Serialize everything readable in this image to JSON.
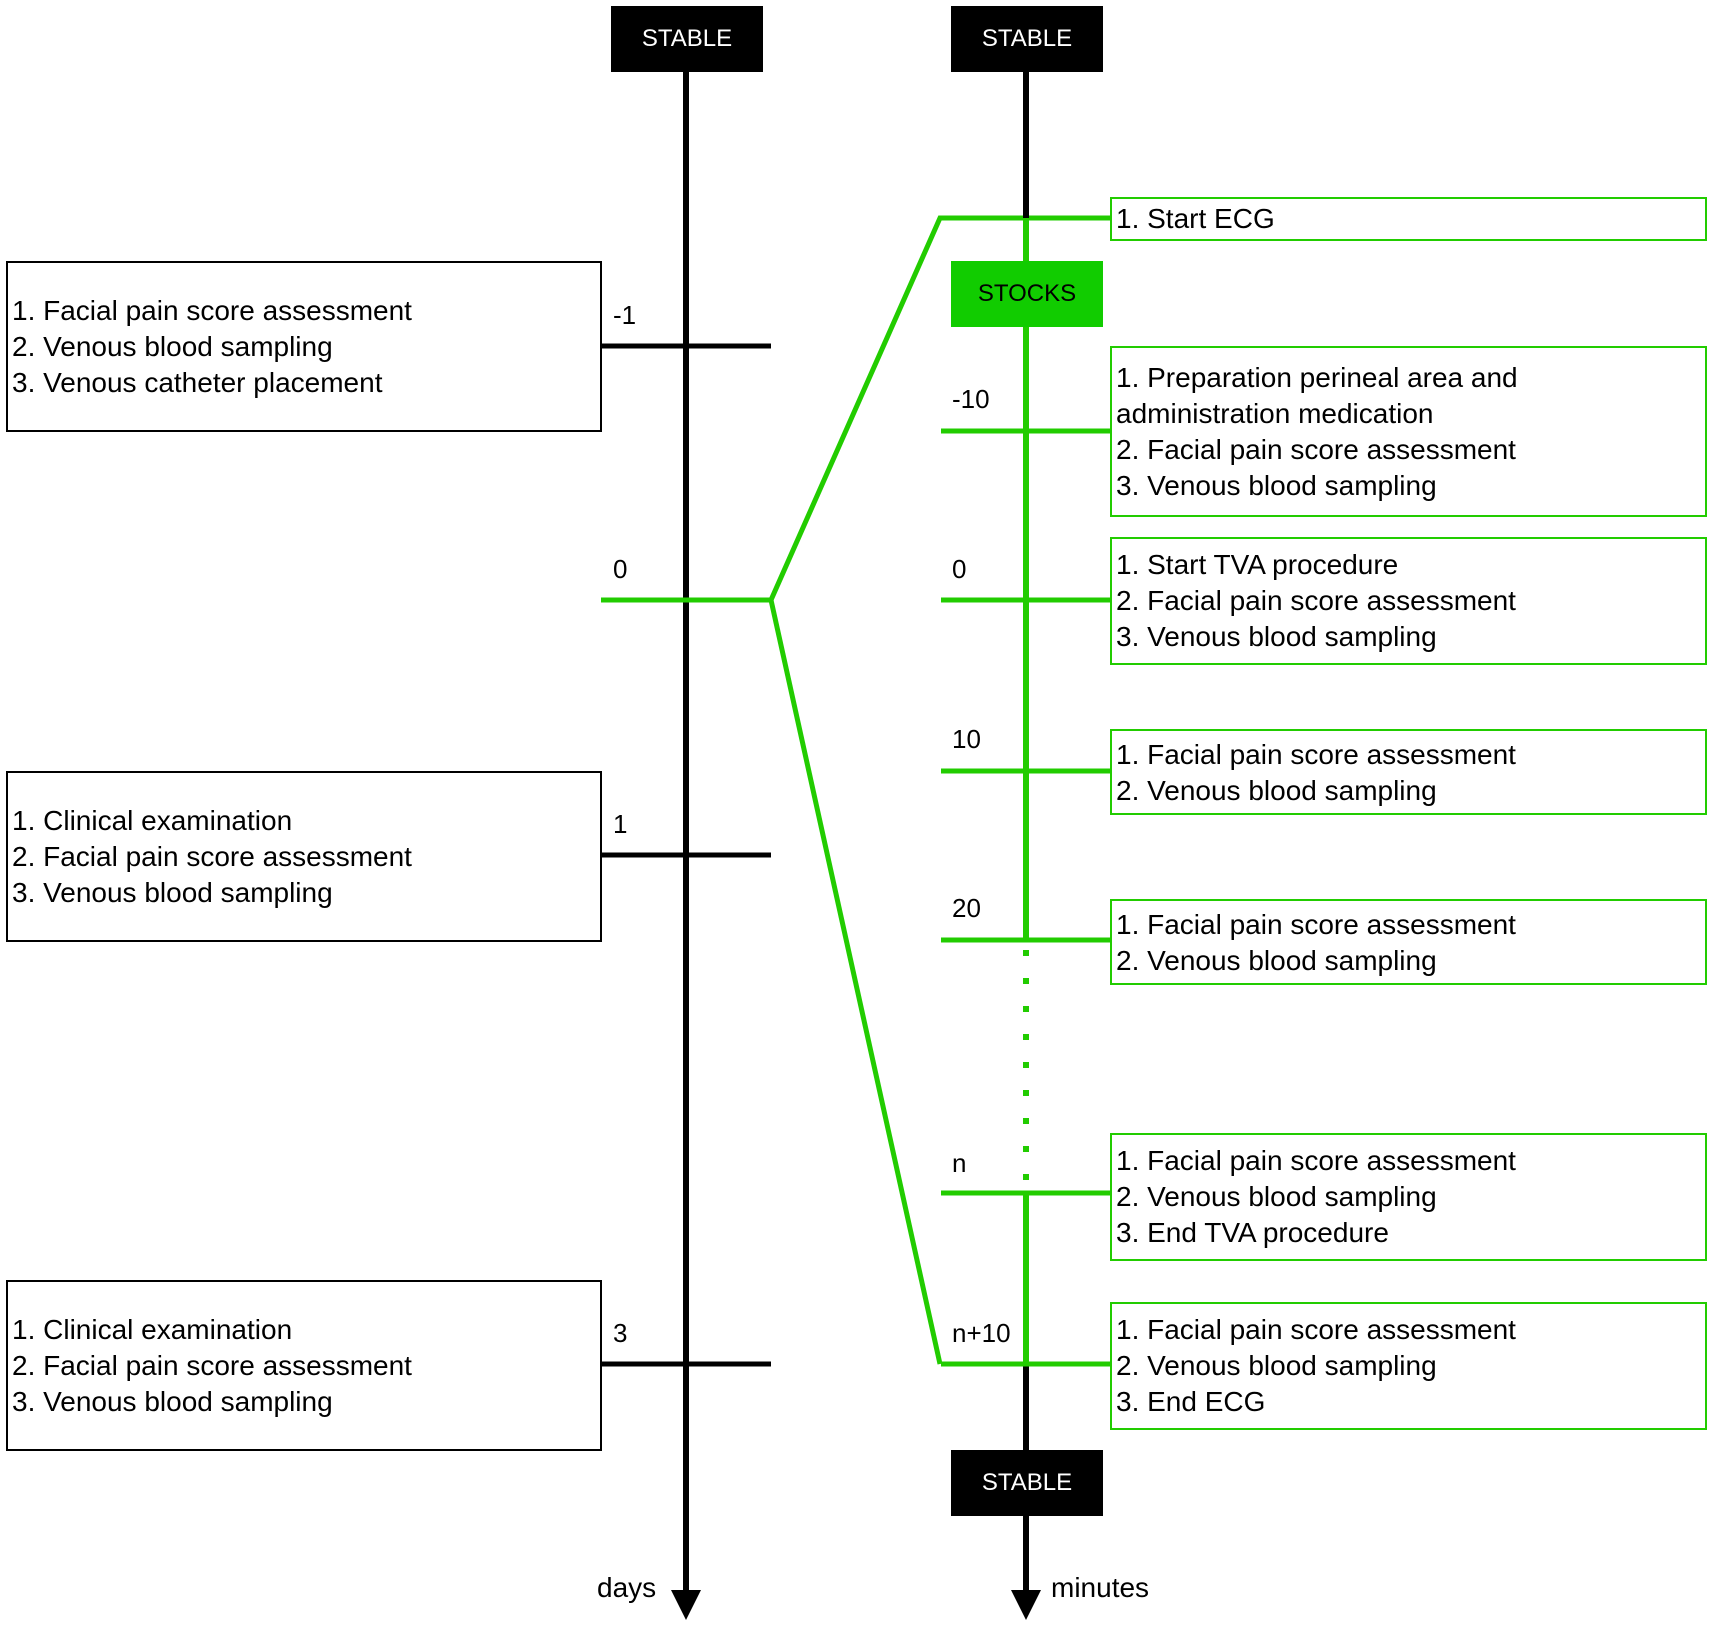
{
  "days_timeline": {
    "top_label": "STABLE",
    "axis_label": "days",
    "ticks": [
      {
        "label": "-1",
        "items": [
          "1. Facial pain score assessment",
          "2. Venous blood sampling",
          "3. Venous catheter placement"
        ]
      },
      {
        "label": "0"
      },
      {
        "label": "1",
        "items": [
          "1. Clinical examination",
          "2. Facial pain score assessment",
          "3. Venous blood sampling"
        ]
      },
      {
        "label": "3",
        "items": [
          "1. Clinical examination",
          "2. Facial pain score assessment",
          "3. Venous blood sampling"
        ]
      }
    ]
  },
  "minutes_timeline": {
    "top_label": "STABLE",
    "stocks_label": "STOCKS",
    "bottom_label": "STABLE",
    "axis_label": "minutes",
    "start_items": [
      "1. Start ECG"
    ],
    "ticks": [
      {
        "label": "-10",
        "items": [
          "1. Preparation perineal area and",
          "administration medication",
          "2. Facial pain score assessment",
          "3. Venous blood sampling"
        ]
      },
      {
        "label": "0",
        "items": [
          "1. Start TVA procedure",
          "2. Facial pain score assessment",
          "3. Venous blood sampling"
        ]
      },
      {
        "label": "10",
        "items": [
          "1. Facial pain score assessment",
          "2. Venous blood sampling"
        ]
      },
      {
        "label": "20",
        "items": [
          "1. Facial pain score assessment",
          "2. Venous blood sampling"
        ]
      },
      {
        "label": "n",
        "items": [
          "1. Facial pain score assessment",
          "2. Venous blood sampling",
          "3. End TVA procedure"
        ]
      },
      {
        "label": "n+10",
        "items": [
          "1. Facial pain score assessment",
          "2. Venous blood sampling",
          "3. End ECG"
        ]
      }
    ]
  },
  "colors": {
    "black": "#000000",
    "green": "#22cc00",
    "stocks_fill": "#11cc00"
  }
}
